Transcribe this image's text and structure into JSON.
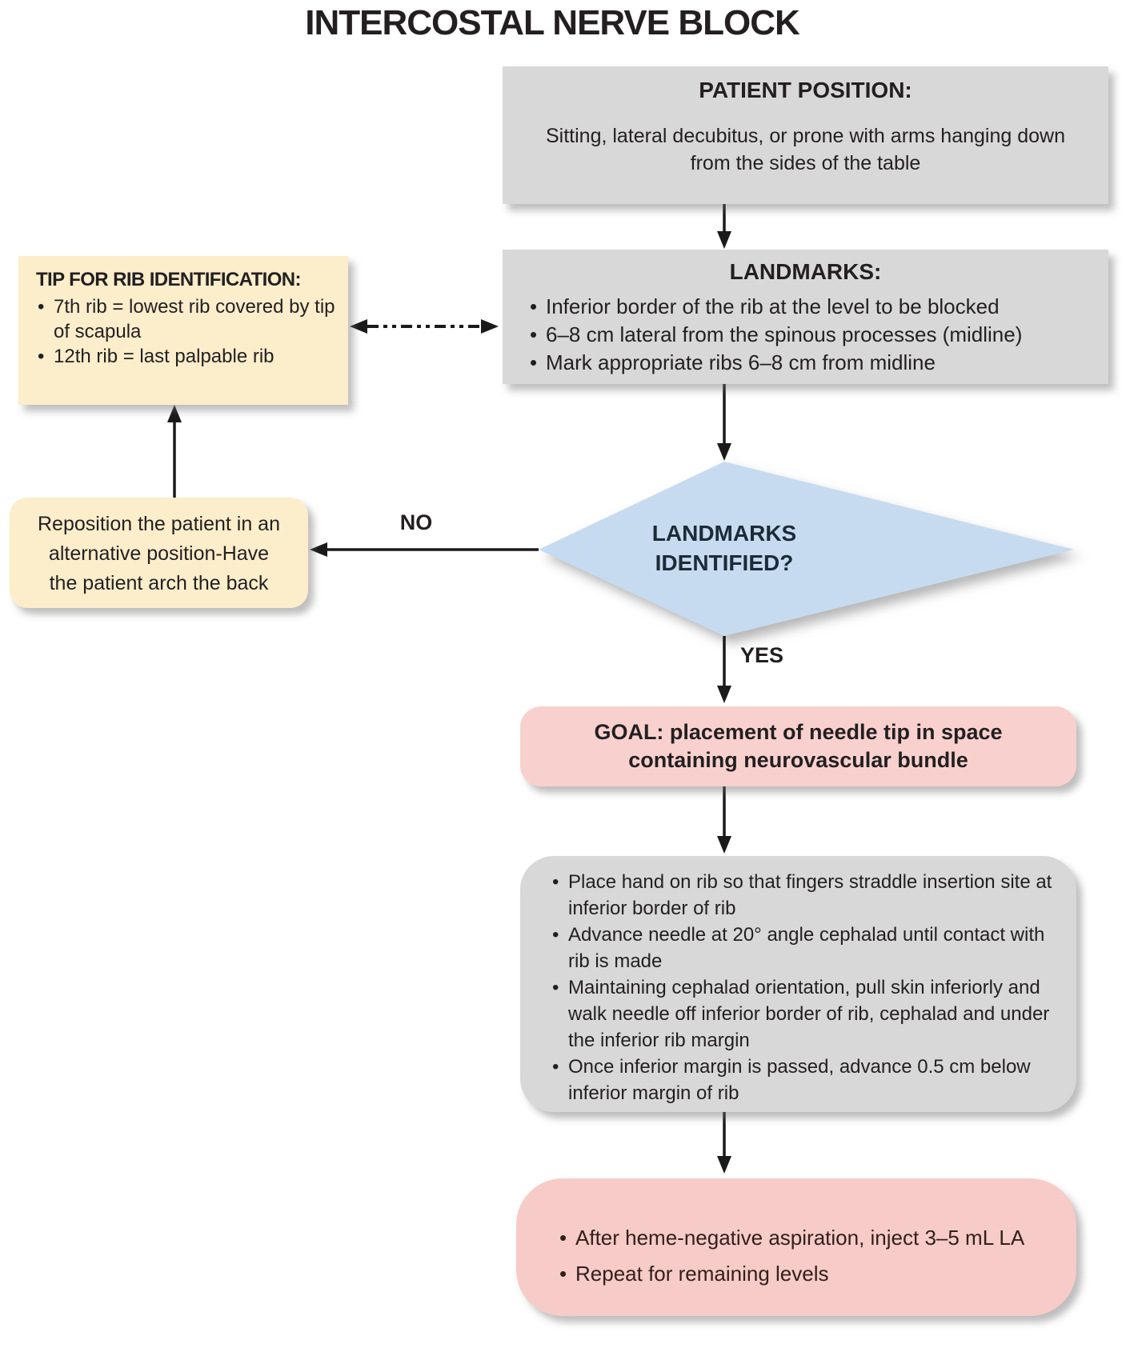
{
  "title": "INTERCOSTAL NERVE BLOCK",
  "colors": {
    "box_gray": "#d8d8d8",
    "box_cream": "#fcedcb",
    "diamond_blue": "#c6dbef",
    "box_pink": "#f8d1cf",
    "box_pink_deep": "#f7cbc7",
    "text": "#231f20",
    "diamond_text": "#1c2b39",
    "arrow": "#1a1a1a"
  },
  "patient_position": {
    "heading": "PATIENT POSITION:",
    "body_lines": [
      "Sitting, lateral decubitus, or prone with arms hanging down",
      "from the sides of the table"
    ]
  },
  "landmarks": {
    "heading": "LANDMARKS:",
    "bullets": [
      "Inferior border of the rib at the level to be blocked",
      "6–8 cm lateral from the spinous processes (midline)",
      "Mark appropriate ribs 6–8 cm from midline"
    ]
  },
  "tip": {
    "heading": "TIP FOR RIB IDENTIFICATION:",
    "bullets": [
      "7th rib = lowest rib covered by tip of scapula",
      "12th rib = last palpable rib"
    ]
  },
  "reposition": {
    "lines": [
      "Reposition the patient in an",
      "alternative position-Have",
      "the patient arch the back"
    ]
  },
  "decision": {
    "lines": [
      "LANDMARKS",
      "IDENTIFIED?"
    ],
    "no_label": "NO",
    "yes_label": "YES"
  },
  "goal": {
    "lines": [
      "GOAL: placement of needle tip in space",
      "containing neurovascular bundle"
    ]
  },
  "technique": {
    "bullets": [
      "Place hand on rib so that fingers straddle insertion site at inferior border of rib",
      "Advance needle at 20° angle cephalad until contact with rib is made",
      "Maintaining cephalad orientation, pull skin inferiorly and walk needle off inferior border of rib, cephalad and under the inferior rib margin",
      "Once inferior margin is passed, advance 0.5 cm below inferior margin of rib"
    ]
  },
  "injection": {
    "bullets": [
      "After heme-negative aspiration, inject 3–5 mL LA",
      "Repeat for remaining levels"
    ]
  }
}
